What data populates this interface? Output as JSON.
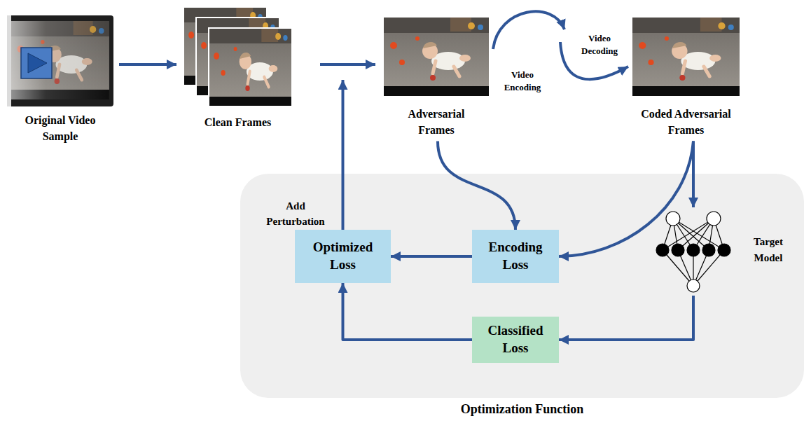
{
  "diagram": {
    "nodes": [
      {
        "text": [
          "Original Video Sample"
        ]
      },
      {
        "text": [
          "Clean Frames"
        ]
      },
      {
        "text": [
          "Adversarial Frames"
        ]
      },
      {
        "text": [
          "Coded Adversarial Frames"
        ]
      },
      {
        "text": [
          "Optimization Function"
        ]
      },
      {
        "text": [
          "Optimized Loss"
        ],
        "in": 4
      },
      {
        "text": [
          "Encoding Loss"
        ],
        "in": 4
      },
      {
        "text": [
          "Target Model"
        ],
        "in": 4
      },
      {
        "text": [
          "Classified Loss"
        ],
        "in": 4
      }
    ],
    "edges": [
      {
        "from": 0,
        "to": 1,
        "arrow": "to"
      },
      {
        "from": 1,
        "to": 2,
        "arrow": "to"
      },
      {
        "from": 2,
        "to": 3,
        "arrow": "to"
      },
      {
        "from": 2,
        "to": 6,
        "arrow": "to"
      },
      {
        "from": 3,
        "to": 6,
        "arrow": "to"
      },
      {
        "from": 3,
        "to": 7,
        "arrow": "to"
      },
      {
        "from": 7,
        "to": 8,
        "arrow": "to"
      },
      {
        "from": 6,
        "to": 5,
        "arrow": "to"
      },
      {
        "from": 8,
        "to": 5,
        "arrow": "to"
      },
      {
        "from": 5,
        "to": 2,
        "label": "Add Perturbation",
        "arrow": "to"
      }
    ],
    "labels": [
      "Video Encoding",
      "Video Decoding"
    ]
  }
}
